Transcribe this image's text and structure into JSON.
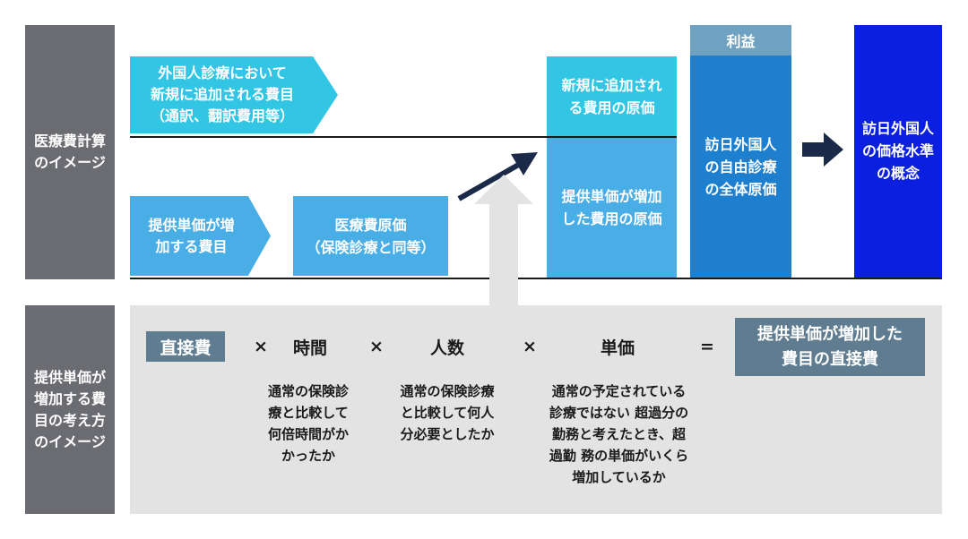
{
  "top": {
    "side_label": "医療費計算\nのイメージ",
    "arrow_new_costs": "外国人診療において\n新規に追加される費目\n（通訳、翻訳費用等）",
    "arrow_increase_items": "提供単価が増\n加する費目",
    "box_medical_cost": "医療費原価\n（保険診療と同等）",
    "stack_new_cost": "新規に追加され\nる費用の原価",
    "stack_increase_cost": "提供単価が増加\nした費用の原価",
    "profit_label": "利益",
    "total_cost_label": "訪日外国人\nの自由診療\nの全体原価",
    "price_level_label": "訪日外国人\nの価格水準\nの概念"
  },
  "bottom": {
    "side_label": "提供単価が\n増加する費\n目の考え方\nのイメージ",
    "direct_cost": "直接費",
    "times_symbol": "×",
    "equals_symbol": "=",
    "term_time": "時間",
    "term_people": "人数",
    "term_unit_price": "単価",
    "result_label": "提供単価が増加した\n費目の直接費",
    "note_time": "通常の保険診\n療と比較して\n何倍時間がか\nかったか",
    "note_people": "通常の保険診療\nと比較して何人\n分必要としたか",
    "note_unit_price": "通常の予定されている\n診療ではない 超過分の\n勤務と考えたとき、超\n過勤 務の単価がいくら\n増加しているか"
  },
  "colors": {
    "sidebar_gray": "#6b6c72",
    "cyan": "#32c6e4",
    "light_blue": "#4aaee6",
    "mid_blue": "#1f7fcf",
    "profit_steel": "#6fa1c0",
    "royal_blue": "#0b1fe0",
    "navy_arrow": "#1b2a48",
    "panel_gray": "#e3e3e3",
    "tag_slate": "#5f7c90"
  }
}
